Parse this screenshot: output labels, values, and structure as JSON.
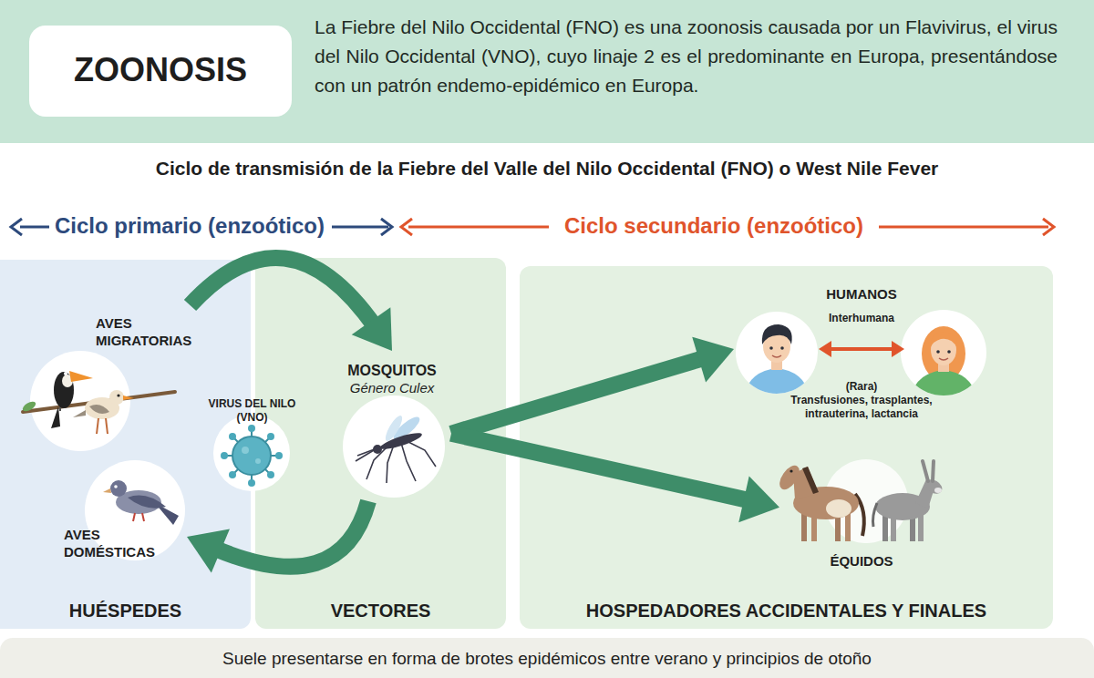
{
  "diagram": {
    "title": "Ciclo de transmisión de la Fiebre del Valle del Nilo Occidental (FNO) o West Nile Fever",
    "caption": "Suele presentarse en forma de brotes epidémicos entre verano y principios de otoño",
    "nodes": [
      {
        "text": [
          "La Fiebre del Nilo Occidental (FNO) es una zoonosis causada por un Flavivirus, el virus del Nilo Occidental (VNO), cuyo linaje 2 es el predominante en Europa, presentándose con un patrón endemo-epidémico en Europa."
        ]
      },
      {
        "text": [
          "ZOONOSIS"
        ],
        "in": 0
      },
      {
        "text": [
          "HUÉSPEDES"
        ]
      },
      {
        "text": [
          "AVES MIGRATORIAS"
        ],
        "in": 2
      },
      {
        "text": [
          "AVES DOMÉSTICAS"
        ],
        "in": 2
      },
      {
        "text": [
          "VECTORES"
        ]
      },
      {
        "text": [
          "VIRUS DEL NILO (VNO)"
        ]
      },
      {
        "text": [
          "MOSQUITOS",
          "Género Culex"
        ],
        "in": 5
      },
      {
        "text": [
          "HOSPEDADORES ACCIDENTALES Y FINALES"
        ]
      },
      {
        "text": [
          "HUMANOS"
        ],
        "in": 8
      },
      {
        "text": [
          "ÉQUIDOS"
        ],
        "in": 8
      }
    ],
    "edges": [
      {
        "from": 3,
        "to": 7,
        "arrow": "to"
      },
      {
        "from": 7,
        "to": 4,
        "arrow": "to"
      },
      {
        "from": 7,
        "to": 9,
        "arrow": "to"
      },
      {
        "from": 7,
        "to": 10,
        "arrow": "to"
      }
    ],
    "labels": [
      "Ciclo primario (enzoótico)",
      "Ciclo secundario (enzoótico)",
      "Interhumana",
      "(Rara)",
      "Transfusiones, trasplantes, intrauterina, lactancia"
    ]
  }
}
